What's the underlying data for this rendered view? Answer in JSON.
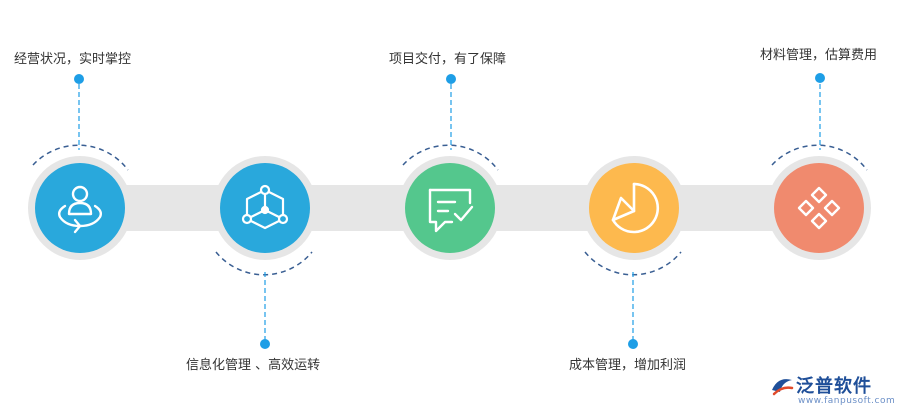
{
  "steps": [
    {
      "label": "经营状况，实时掌控",
      "color": "#29a8dc",
      "icon": "user-orbit-icon"
    },
    {
      "label": "信息化管理 、高效运转",
      "color": "#29a8dc",
      "icon": "network-cube-icon"
    },
    {
      "label": "项目交付，有了保障",
      "color": "#54c78d",
      "icon": "message-check-icon"
    },
    {
      "label": "成本管理，增加利润",
      "color": "#fdb94e",
      "icon": "pie-segment-icon"
    },
    {
      "label": "材料管理，估算费用",
      "color": "#f08a6e",
      "icon": "diamond-grid-icon"
    }
  ],
  "colors": {
    "track": "#e6e6e6",
    "connector": "#1e9ee6",
    "arc": "#3a5f93"
  },
  "watermark": {
    "text": "泛普软件",
    "url": "www.fanpusoft.com"
  }
}
